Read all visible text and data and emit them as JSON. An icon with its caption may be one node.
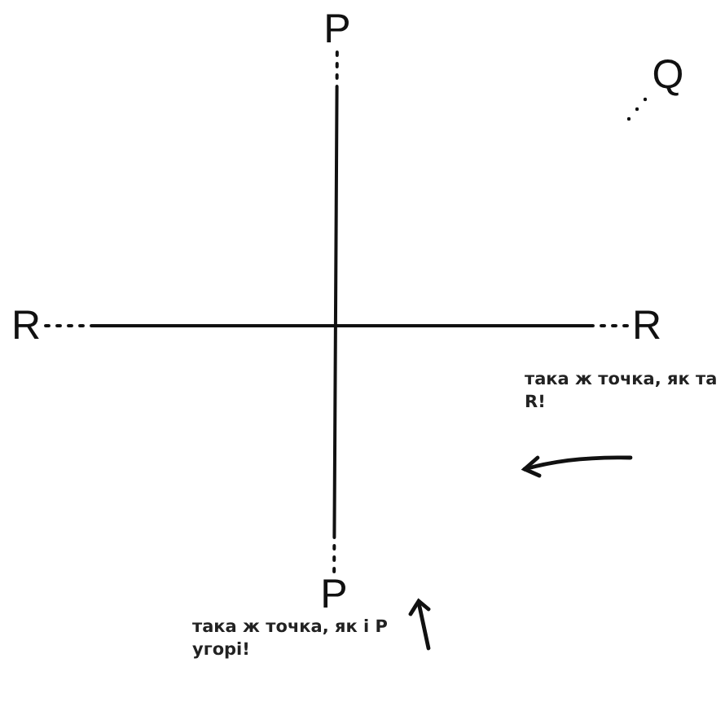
{
  "diagram": {
    "nodes": [
      {
        "text": [
          "P"
        ]
      },
      {
        "text": [
          "Q"
        ]
      },
      {
        "text": [
          "R"
        ]
      },
      {
        "text": [
          "R"
        ]
      },
      {
        "text": [
          "P"
        ]
      },
      {
        "text": [
          "така ж точка, як та R!"
        ]
      },
      {
        "text": [
          "така ж точка, як і P угорі!"
        ]
      }
    ],
    "edges": [
      {
        "from": 0,
        "to": 4,
        "arrow": "none"
      },
      {
        "from": 2,
        "to": 3,
        "arrow": "none"
      }
    ]
  }
}
